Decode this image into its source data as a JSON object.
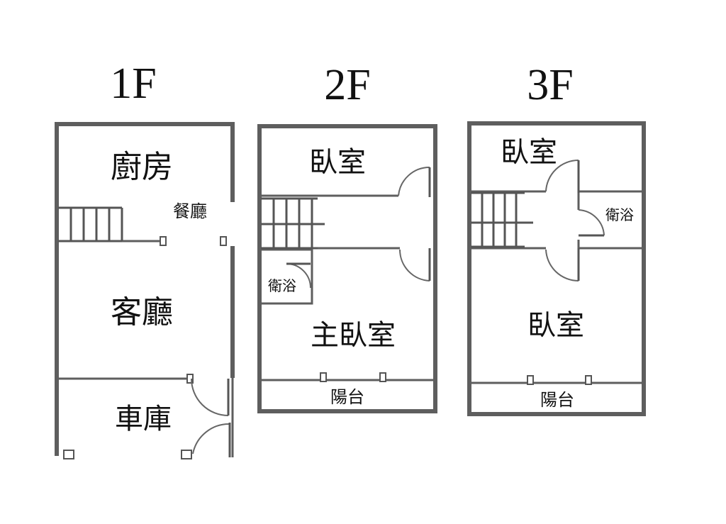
{
  "floors": {
    "f1": {
      "label": "1F",
      "rooms": {
        "kitchen": "廚房",
        "dining": "餐廳",
        "living": "客廳",
        "garage": "車庫"
      }
    },
    "f2": {
      "label": "2F",
      "rooms": {
        "bedroom": "臥室",
        "bathroom": "衛浴",
        "master_bedroom": "主臥室",
        "balcony": "陽台"
      }
    },
    "f3": {
      "label": "3F",
      "rooms": {
        "bedroom_front": "臥室",
        "bathroom": "衛浴",
        "bedroom_rear": "臥室",
        "balcony": "陽台"
      }
    }
  },
  "colors": {
    "wall": "#5e5e5e",
    "text": "#111111",
    "background": "#ffffff"
  }
}
